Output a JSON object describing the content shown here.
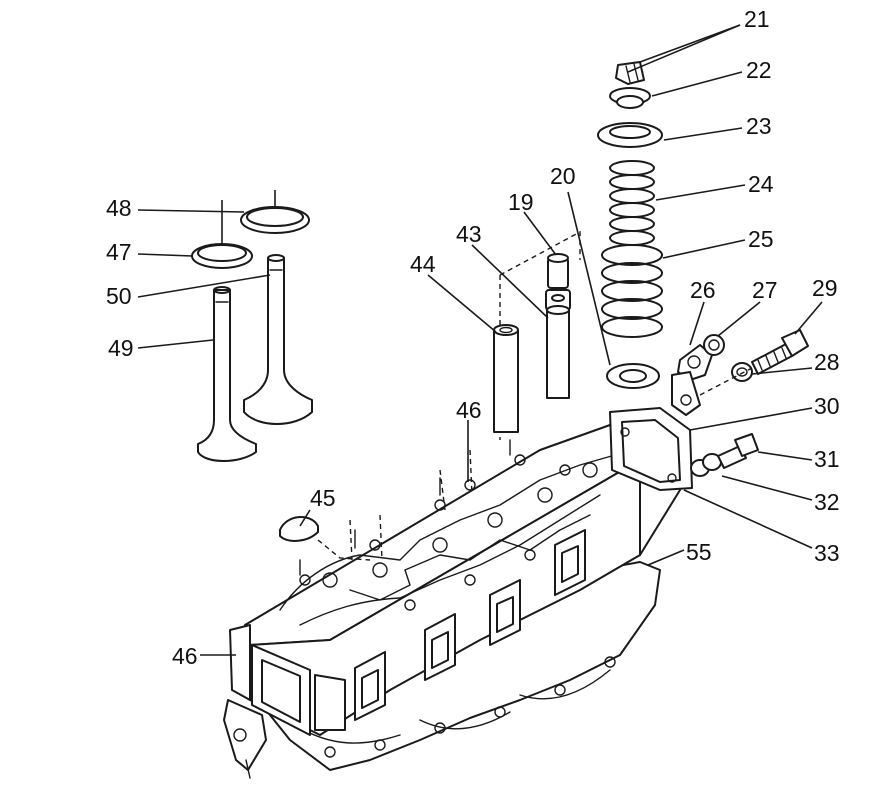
{
  "colors": {
    "highlight": "#c8e83a",
    "ink": "#1a1a1a",
    "background": "#ffffff"
  },
  "labels": {
    "p21": "21",
    "p22": "22",
    "p23": "23",
    "p24": "24",
    "p25": "25",
    "p26": "26",
    "p27": "27",
    "p28": "28",
    "p29": "29",
    "p30": "30",
    "p31": "31",
    "p32": "32",
    "p33": "33",
    "p19": "19",
    "p20": "20",
    "p43": "43",
    "p44": "44",
    "p45": "45",
    "p46a": "46",
    "p46b": "46",
    "p47": "47",
    "p48": "48",
    "p49": "49",
    "p50": "50",
    "p55": "55"
  }
}
